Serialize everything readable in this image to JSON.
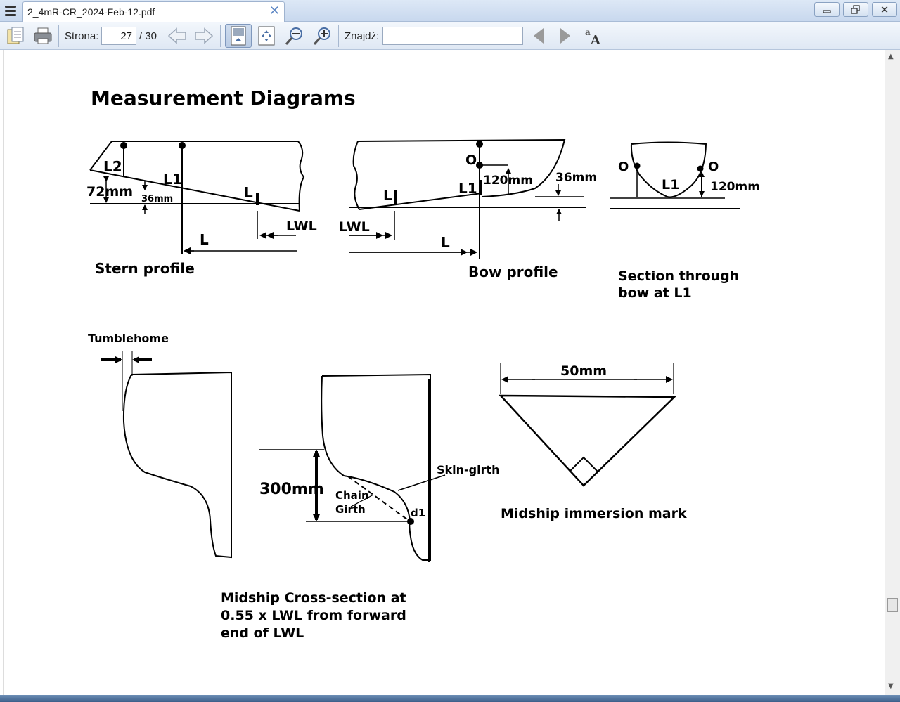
{
  "window": {
    "tab_title": "2_4mR-CR_2024-Feb-12.pdf",
    "close_symbol": "✕",
    "minimize_symbol": "▭",
    "restore_symbol": "❐",
    "close_window_symbol": "✕"
  },
  "toolbar": {
    "page_label": "Strona:",
    "page_current": "27",
    "page_total": "/ 30",
    "find_label": "Znajdź:",
    "find_value": "",
    "icons": [
      "open-icon",
      "print-icon",
      "prev-page-icon",
      "next-page-icon",
      "fit-page-icon",
      "fit-width-icon",
      "zoom-out-icon",
      "zoom-in-icon",
      "find-prev-icon",
      "find-next-icon",
      "match-case-icon"
    ]
  },
  "document": {
    "heading": "Measurement Diagrams",
    "stern": {
      "caption": "Stern profile",
      "l2": "L2",
      "l1": "L1",
      "l": "L",
      "dim72": "72mm",
      "dim36": "36mm",
      "lwl": "LWL",
      "l_arrow": "L"
    },
    "bow": {
      "caption": "Bow profile",
      "o": "O",
      "dim120": "120mm",
      "dim36": "36mm",
      "l": "L",
      "l1": "L1",
      "lwl": "LWL",
      "l_arrow": "L"
    },
    "section": {
      "caption_line1": "Section through",
      "caption_line2": "bow at L1",
      "o_left": "O",
      "o_right": "O",
      "l1": "L1",
      "dim120": "120mm"
    },
    "tumblehome": {
      "label": "Tumblehome"
    },
    "midship": {
      "dim300": "300mm",
      "chain": "Chain",
      "girth": "Girth",
      "skin_girth": "Skin-girth",
      "d1": "d1",
      "caption_line1": "Midship Cross-section at",
      "caption_line2": "0.55 x LWL from forward",
      "caption_line3": "end of LWL"
    },
    "immersion": {
      "dim50": "50mm",
      "caption": "Midship immersion mark"
    }
  }
}
